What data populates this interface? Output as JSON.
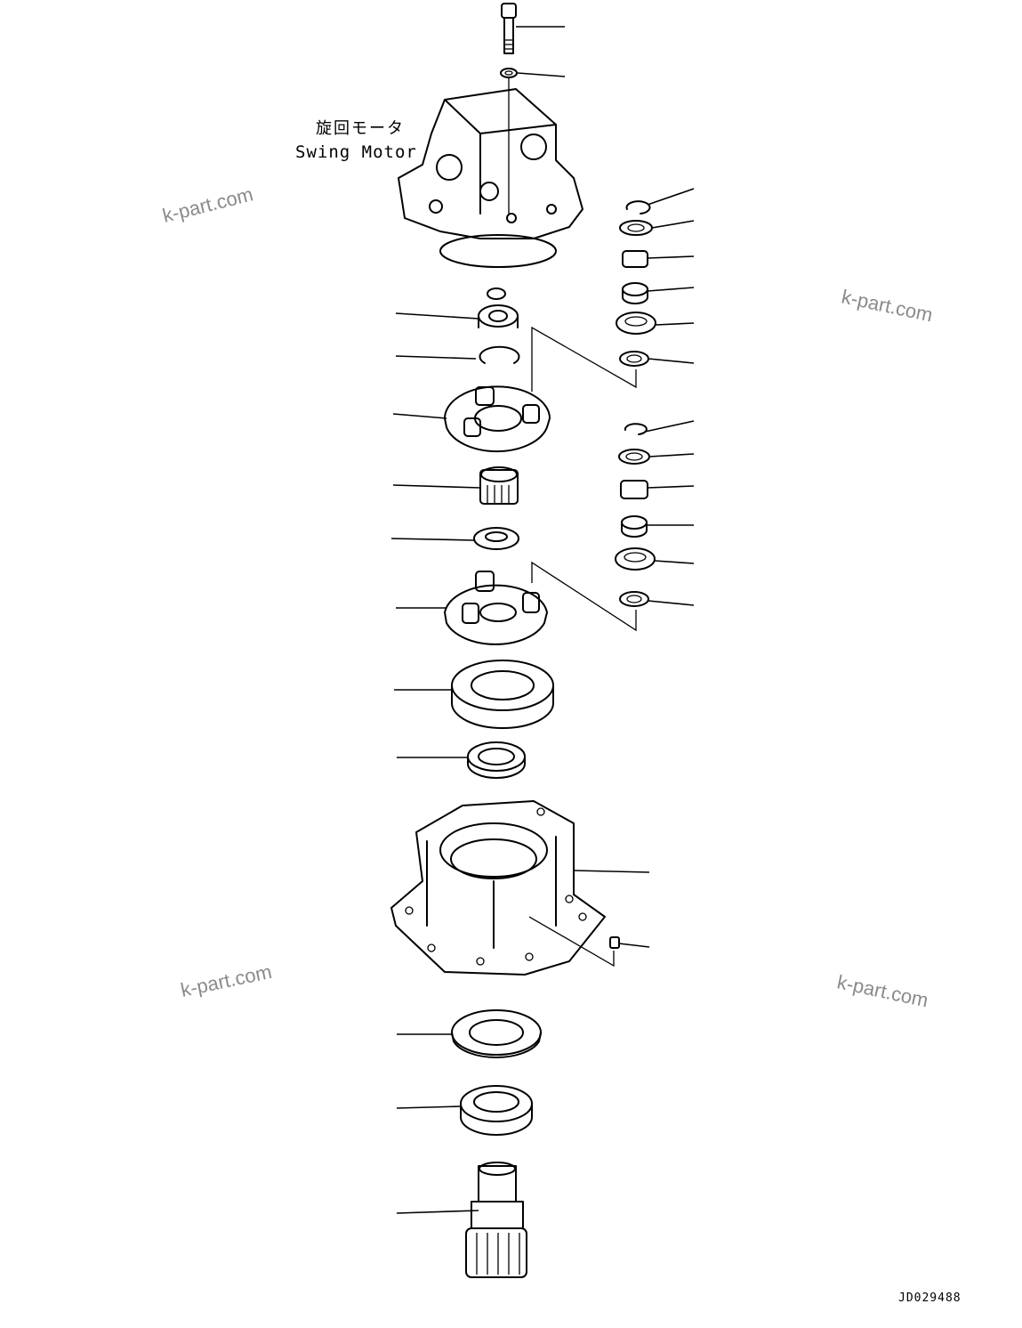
{
  "diagram": {
    "label_japanese": "旋回モータ",
    "label_english": "Swing Motor",
    "drawing_code": "JD029488",
    "watermarks": [
      "k-part.com",
      "k-part.com",
      "k-part.com",
      "k-part.com"
    ]
  }
}
